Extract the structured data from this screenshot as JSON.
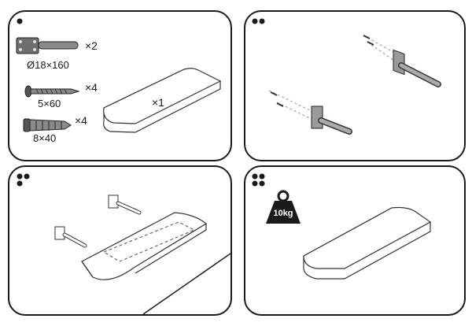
{
  "panels": [
    {
      "step_dots": 1,
      "parts": [
        {
          "size_label": "Ø18×160",
          "quantity_label": "×2",
          "icon": "bracket-rod-icon"
        },
        {
          "size_label": "5×60",
          "quantity_label": "×4",
          "icon": "screw-icon"
        },
        {
          "size_label": "8×40",
          "quantity_label": "×4",
          "icon": "wall-plug-icon"
        }
      ],
      "shelf_quantity_label": "×1"
    },
    {
      "step_dots": 2,
      "content": "brackets-screwed-to-wall"
    },
    {
      "step_dots": 3,
      "content": "shelf-slid-onto-rods"
    },
    {
      "step_dots": 4,
      "weight_badge": "10kg",
      "icon": "weight-icon"
    }
  ]
}
